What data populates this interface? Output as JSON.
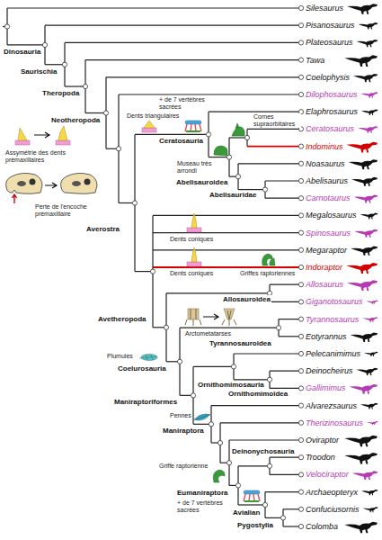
{
  "diagram": {
    "labels": [
      "Silesaurus",
      "Pisanosaurus",
      "Plateosaurus",
      "Tawa",
      "Coelophysis",
      "Dilophosaurus",
      "Elaphrosaurus",
      "Ceratosaurus",
      "Indominus",
      "Noasaurus",
      "Abelisaurus",
      "Carnotaurus",
      "Megalosaurus",
      "Spinosaurus",
      "Megaraptor",
      "Indoraptor",
      "Allosaurus",
      "Giganotosaurus",
      "Tyrannosaurus",
      "Eotyrannus",
      "Pelecanimimus",
      "Deinocheirus",
      "Gallimimus",
      "Alvarezsaurus",
      "Therizinosaurus",
      "Oviraptor",
      "Troodon",
      "Velociraptor",
      "Archaeopteryx",
      "Confuciusornis",
      "Colomba",
      "Dinosauria",
      "Saurischia",
      "Theropoda",
      "Neotheropoda",
      "Averostra",
      "Ceratosauria",
      "Abelisauroidea",
      "Abelisauridae",
      "Avetheropoda",
      "Allosauroidea",
      "Tyrannosauroidea",
      "Coelurosauria",
      "Ornithomimosauria",
      "Ornithomimoidea",
      "Maniraptoriformes",
      "Maniraptora",
      "Deinonychosauria",
      "Eumaniraptora",
      "Avialian",
      "Pygostylia",
      "Assymétrie des dents prémaxillaires",
      "Perte de l'encoche prémaxillaire",
      "Dents triangulaires",
      "+ de 7 vertèbres sacrées",
      "Cornes supraorbitaires",
      "Museau très arrondi",
      "Dents coniques",
      "Dents coniques",
      "Griffes raptoriennes",
      "Arctometatarses",
      "Plumules",
      "Pennes",
      "Griffe raptorienne",
      "+ de 7 vertèbres sacrées"
    ]
  }
}
